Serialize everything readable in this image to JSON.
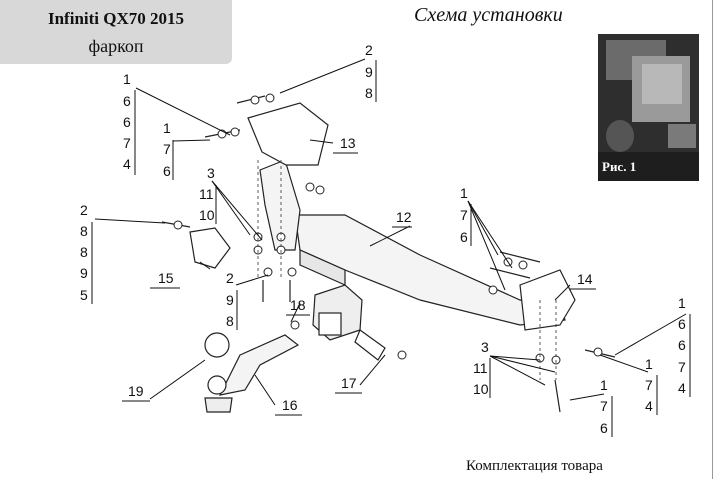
{
  "header": {
    "model": "Infiniti QX70 2015",
    "product": "фаркоп"
  },
  "scheme_title": "Схема установки",
  "photo": {
    "caption": "Рис. 1"
  },
  "footer": "Комплектация товара",
  "callouts": {
    "top_left_stack": [
      "1",
      "6",
      "6",
      "7",
      "4"
    ],
    "top_left_small": [
      "1",
      "7",
      "6"
    ],
    "top_center": [
      "2",
      "9",
      "8"
    ],
    "left_mid_a": [
      "3",
      "11",
      "10"
    ],
    "left_mid_b": [
      "2",
      "8",
      "8",
      "9",
      "5"
    ],
    "left_low": [
      "2",
      "9",
      "8"
    ],
    "right_upper": [
      "1",
      "7",
      "6"
    ],
    "right_lower_a": [
      "3",
      "11",
      "10"
    ],
    "right_lower_b": [
      "1",
      "7",
      "6"
    ],
    "right_small": [
      "1",
      "7",
      "4"
    ],
    "right_stack": [
      "1",
      "6",
      "6",
      "7",
      "4"
    ],
    "parts": {
      "p12": "12",
      "p13": "13",
      "p14": "14",
      "p15": "15",
      "p16": "16",
      "p17": "17",
      "p18": "18",
      "p19": "19"
    }
  }
}
